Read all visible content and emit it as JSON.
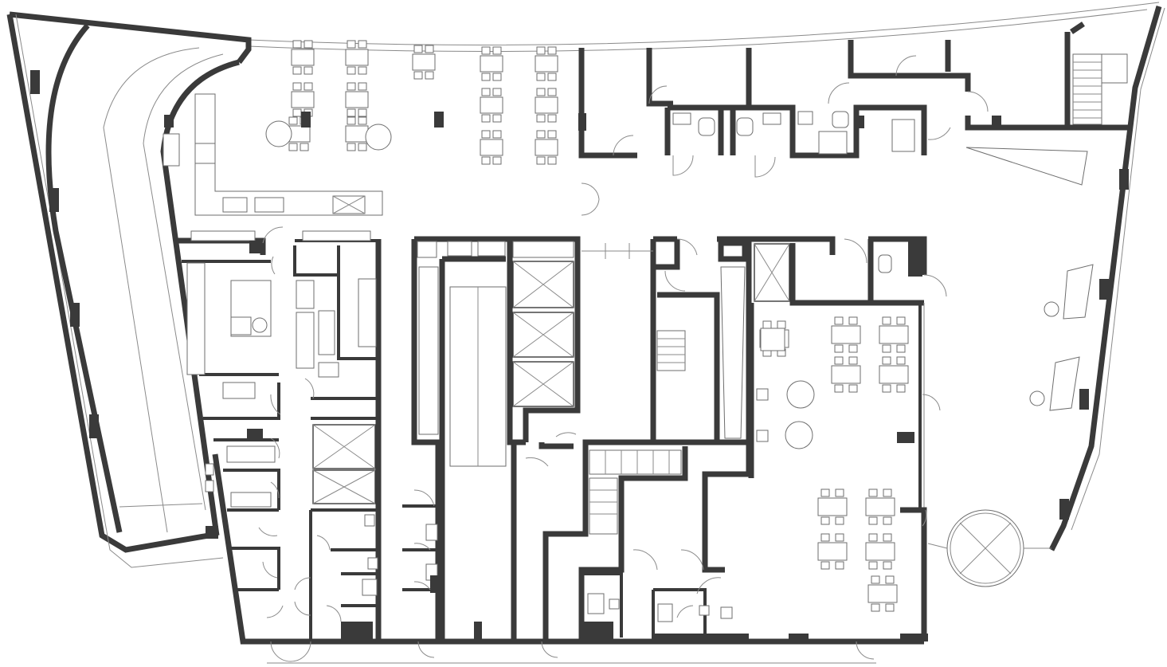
{
  "plan": {
    "colors": {
      "wall": "#3a3a3a",
      "line": "#8a8a8a",
      "background": "#ffffff"
    },
    "zones": [
      {
        "id": "ramp",
        "kind": "curved ramp"
      },
      {
        "id": "restaurant",
        "kind": "dining area",
        "table_count": 13
      },
      {
        "id": "kitchen",
        "kind": "kitchen / bar counter"
      },
      {
        "id": "cores",
        "kind": "stair and lift cores",
        "lift_count": 5,
        "stair_count": 4
      },
      {
        "id": "wc-blocks",
        "kind": "toilet blocks"
      },
      {
        "id": "cafe",
        "kind": "cafe seating",
        "table_count": 11
      },
      {
        "id": "lobby",
        "kind": "entrance lobby"
      },
      {
        "id": "revolving-door",
        "kind": "revolving door"
      }
    ]
  }
}
